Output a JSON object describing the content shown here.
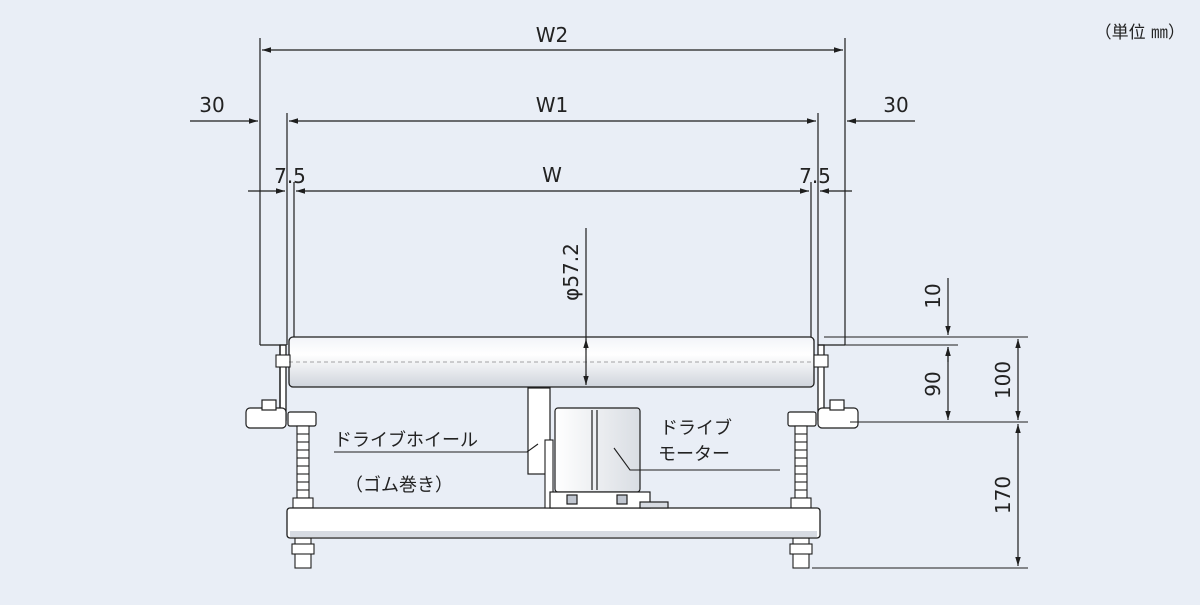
{
  "unit_note": "（単位 ㎜）",
  "dimensions": {
    "w2": "W2",
    "w1": "W1",
    "w": "W",
    "left_30": "30",
    "right_30": "30",
    "left_7_5": "7.5",
    "right_7_5": "7.5",
    "roller_dia": "φ57.2",
    "dim_10": "10",
    "dim_90": "90",
    "dim_100": "100",
    "dim_170": "170"
  },
  "labels": {
    "drive_wheel": "ドライブホイール",
    "drive_wheel_sub": "（ゴム巻き）",
    "drive_motor_line1": "ドライブ",
    "drive_motor_line2": "モーター"
  },
  "colors": {
    "background": "#e9eef6",
    "line": "#1e1e1e",
    "part_fill": "#ffffff",
    "part_shade": "#d7dbe2"
  }
}
